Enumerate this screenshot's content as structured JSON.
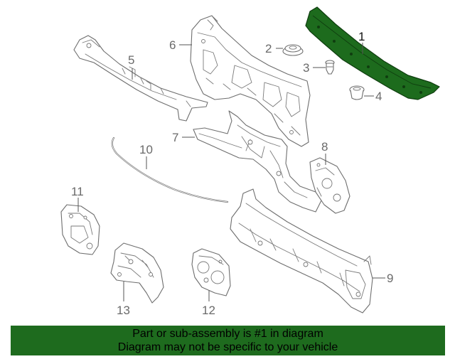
{
  "callouts": {
    "c1": "1",
    "c2": "2",
    "c3": "3",
    "c4": "4",
    "c5": "5",
    "c6": "6",
    "c7": "7",
    "c8": "8",
    "c9": "9",
    "c10": "10",
    "c11": "11",
    "c12": "12",
    "c13": "13"
  },
  "highlighted_part": "1",
  "colors": {
    "highlight_fill": "#1d6b1d",
    "banner_background": "#1e6b1e",
    "line_art": "#6e6e6e"
  },
  "banner": {
    "line1": "Part or sub-assembly is #1 in diagram",
    "line2": "Diagram may not be specific to your vehicle"
  }
}
